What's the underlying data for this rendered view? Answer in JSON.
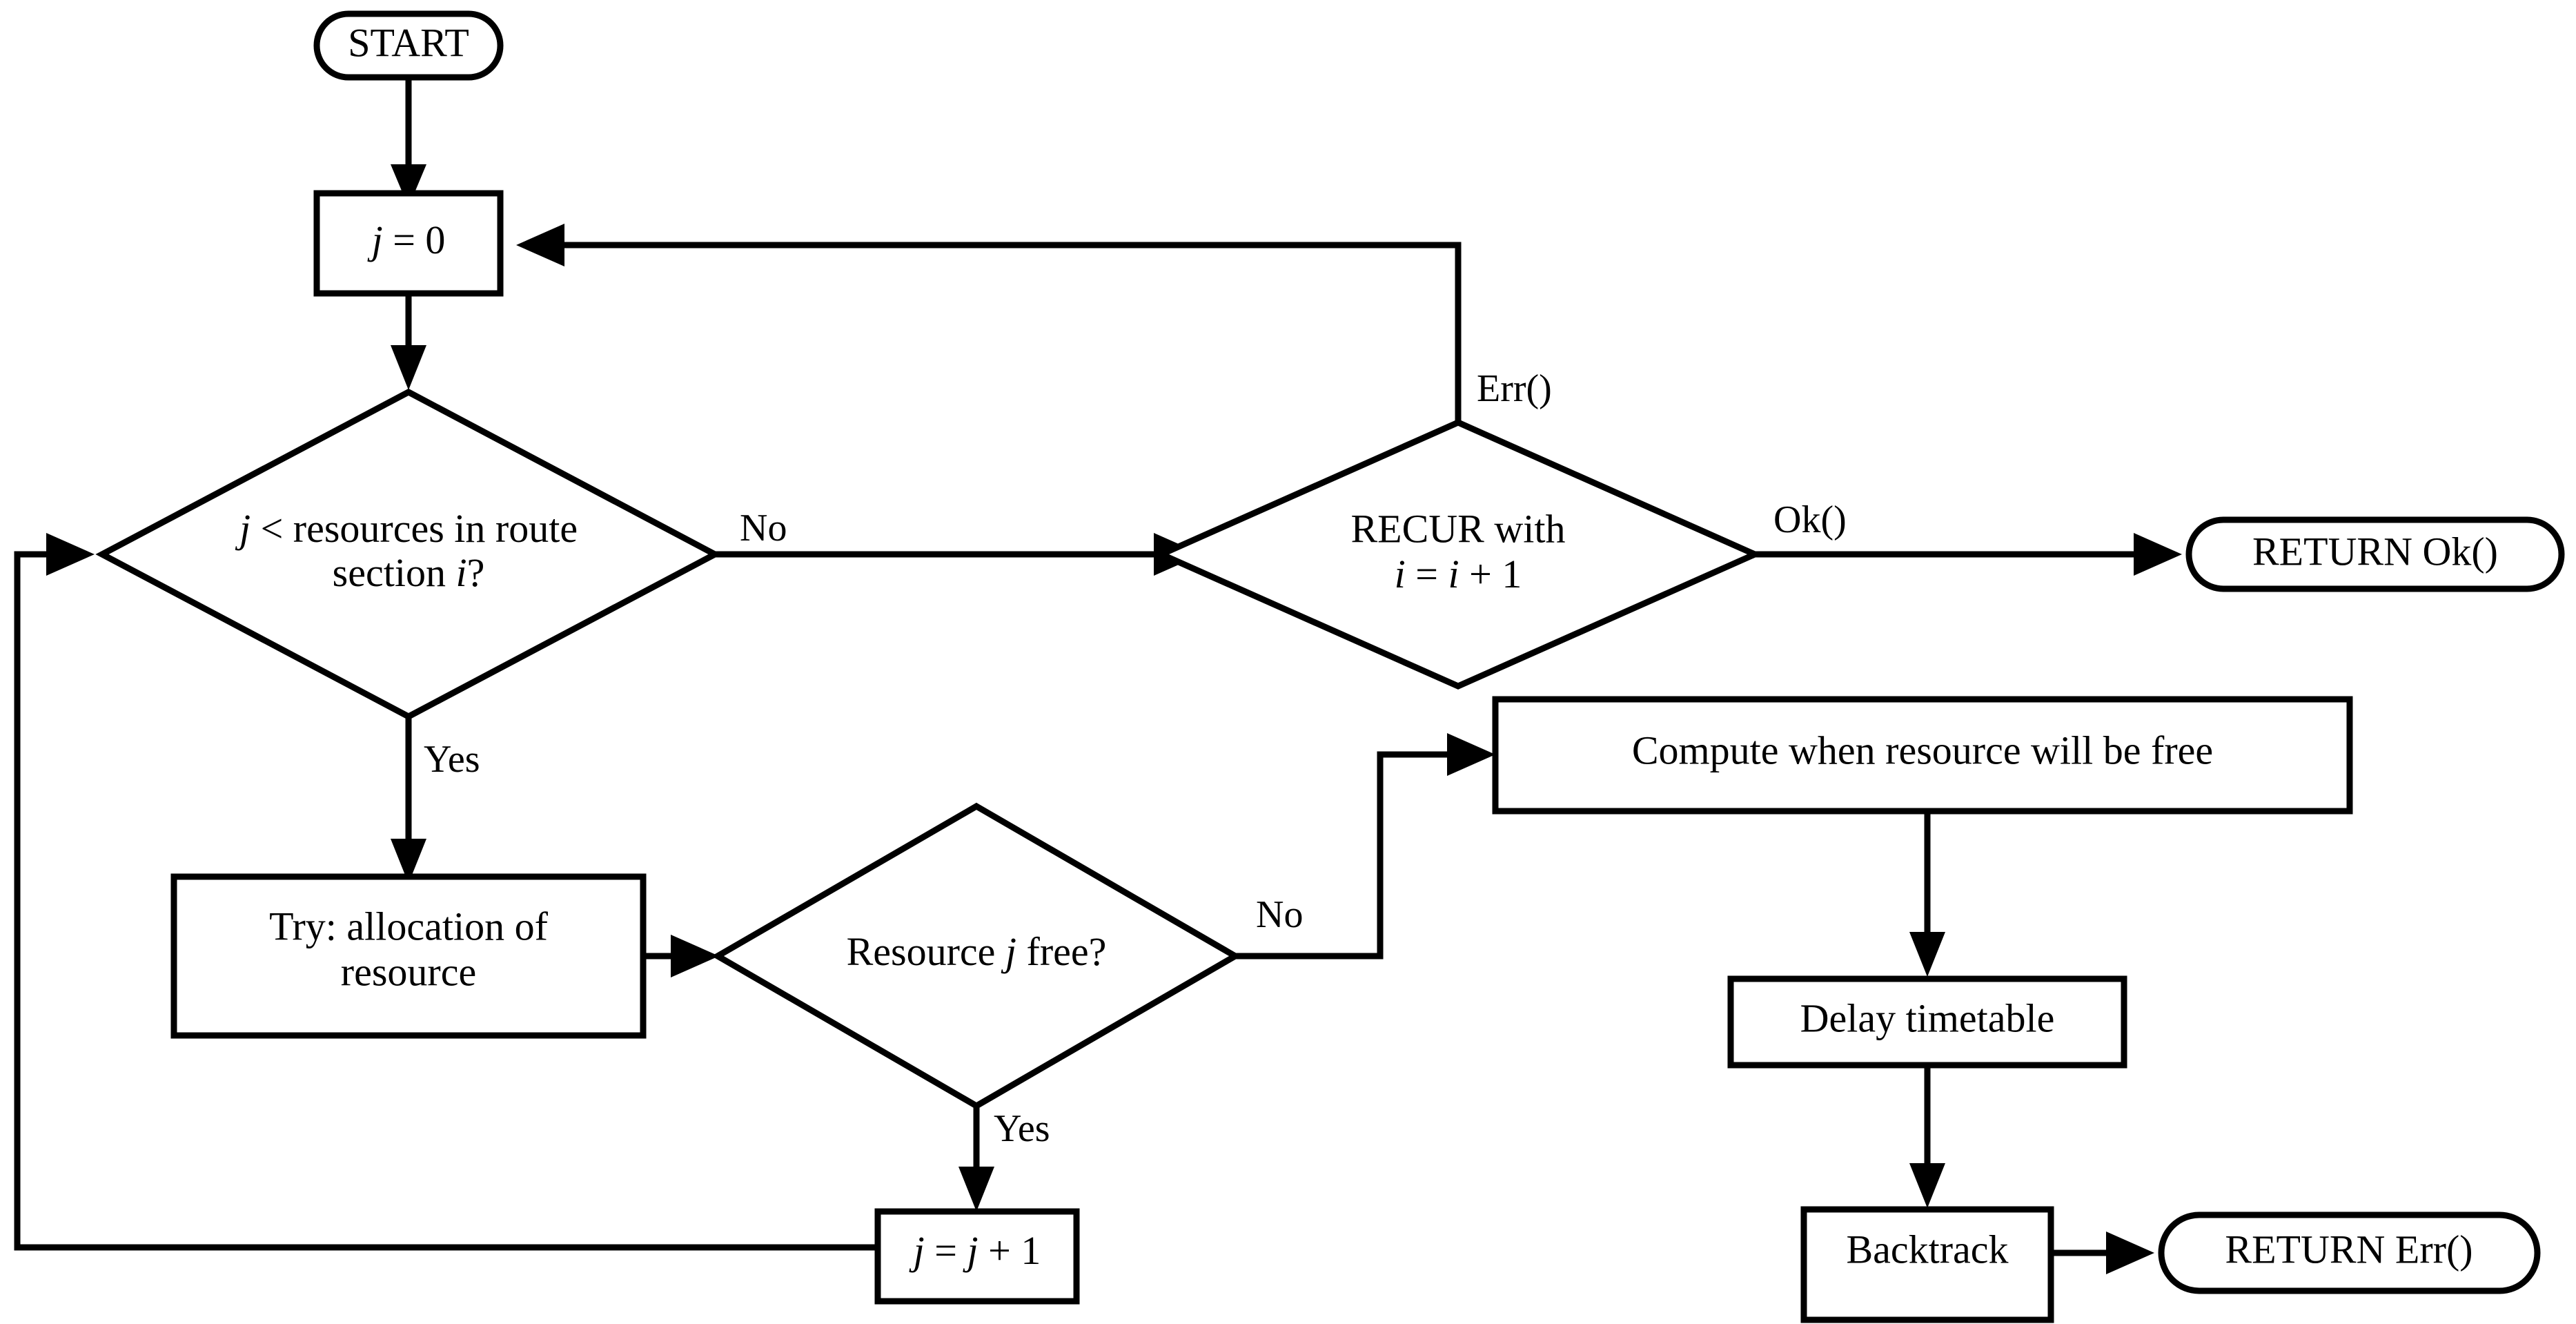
{
  "diagram": {
    "title": "Resource allocation recursion flowchart",
    "type": "flowchart",
    "background_color": "#ffffff",
    "line_color": "#000000"
  },
  "nodes": {
    "start": {
      "label": "START",
      "shape": "stadium"
    },
    "j_init": {
      "label": "j = 0",
      "shape": "rectangle"
    },
    "cond_resources": {
      "line1": "j < resources in route",
      "line2": "section i?",
      "shape": "diamond"
    },
    "recur": {
      "line1": "RECUR with",
      "line2": "i = i + 1",
      "shape": "diamond"
    },
    "return_ok": {
      "label": "RETURN Ok()",
      "shape": "stadium"
    },
    "try_alloc": {
      "line1": "Try: allocation of",
      "line2": "resource",
      "shape": "rectangle"
    },
    "cond_free": {
      "label": "Resource j free?",
      "shape": "diamond"
    },
    "j_incr": {
      "label": "j = j + 1",
      "shape": "rectangle"
    },
    "compute_free": {
      "label": "Compute when resource will be free",
      "shape": "rectangle"
    },
    "delay": {
      "label": "Delay timetable",
      "shape": "rectangle"
    },
    "backtrack": {
      "label": "Backtrack",
      "shape": "rectangle"
    },
    "return_err": {
      "label": "RETURN Err()",
      "shape": "stadium"
    }
  },
  "edge_labels": {
    "cond_resources_no": "No",
    "cond_resources_yes": "Yes",
    "recur_err": "Err()",
    "recur_ok": "Ok()",
    "cond_free_no": "No",
    "cond_free_yes": "Yes"
  }
}
